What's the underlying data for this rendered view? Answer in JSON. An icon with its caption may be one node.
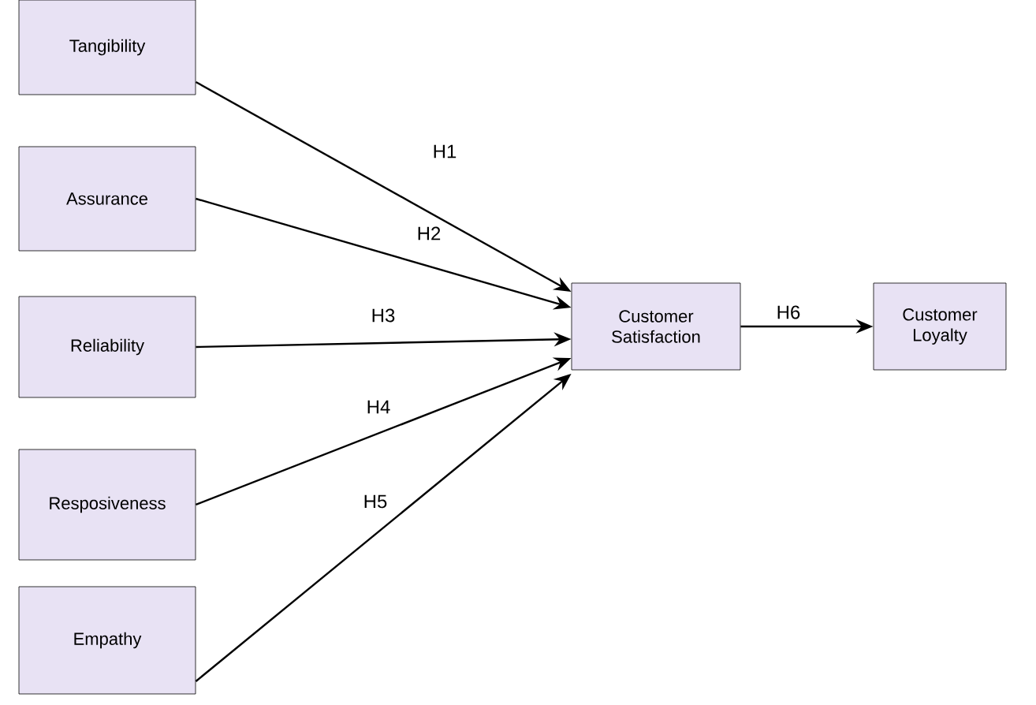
{
  "diagram": {
    "nodes": [
      {
        "text": [
          "Tangibility"
        ]
      },
      {
        "text": [
          "Assurance"
        ]
      },
      {
        "text": [
          "Reliability"
        ]
      },
      {
        "text": [
          "Resposiveness"
        ]
      },
      {
        "text": [
          "Empathy"
        ]
      },
      {
        "text": [
          "Customer Satisfaction"
        ]
      },
      {
        "text": [
          "Customer Loyalty"
        ]
      }
    ],
    "edges": [
      {
        "from": 0,
        "to": 5,
        "arrow": "to",
        "label": "H1"
      },
      {
        "from": 1,
        "to": 5,
        "arrow": "to",
        "label": "H2"
      },
      {
        "from": 2,
        "to": 5,
        "arrow": "to",
        "label": "H3"
      },
      {
        "from": 3,
        "to": 5,
        "arrow": "to",
        "label": "H4"
      },
      {
        "from": 4,
        "to": 5,
        "arrow": "to",
        "label": "H5"
      },
      {
        "from": 5,
        "to": 6,
        "arrow": "to",
        "label": "H6"
      }
    ]
  }
}
